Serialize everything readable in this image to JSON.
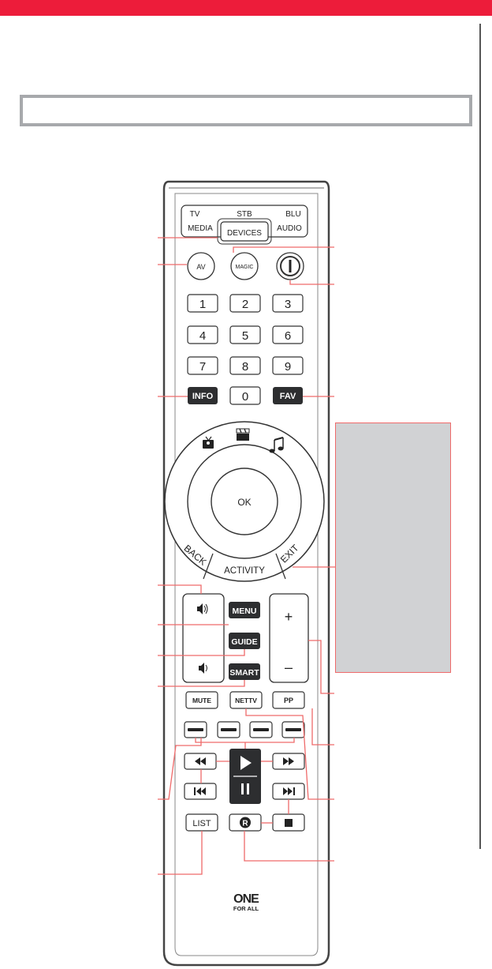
{
  "colors": {
    "brand_red": "#ed1c3a",
    "callout_line": "#ef6a6a",
    "panel_grey": "#d1d2d4",
    "dark_key": "#2d2e30",
    "body_outline": "#444444"
  },
  "devices": {
    "top": [
      "TV",
      "STB",
      "BLU"
    ],
    "bottom_left": "MEDIA",
    "center": "DEVICES",
    "bottom_right": "AUDIO"
  },
  "keys": {
    "av": "AV",
    "magic": "MAGIC",
    "digits": [
      "1",
      "2",
      "3",
      "4",
      "5",
      "6",
      "7",
      "8",
      "9",
      "0"
    ],
    "info": "INFO",
    "fav": "FAV",
    "ok": "OK",
    "back": "BACK",
    "activity": "ACTIVITY",
    "exit": "EXIT",
    "vol_up": "+",
    "vol_down": "–",
    "menu": "MENU",
    "guide": "GUIDE",
    "smart": "SMART",
    "mute": "MUTE",
    "nettv": "NETTV",
    "pp": "PP",
    "list": "LIST",
    "record": "R"
  },
  "logo": {
    "line1": "ONE",
    "line2": "FOR ALL"
  },
  "icons": [
    "tv-icon",
    "clapperboard-icon",
    "music-note-icon",
    "power-icon",
    "volume-up-icon",
    "volume-down-icon",
    "rewind-icon",
    "play-icon",
    "fast-forward-icon",
    "skip-back-icon",
    "pause-icon",
    "skip-forward-icon",
    "stop-icon"
  ]
}
